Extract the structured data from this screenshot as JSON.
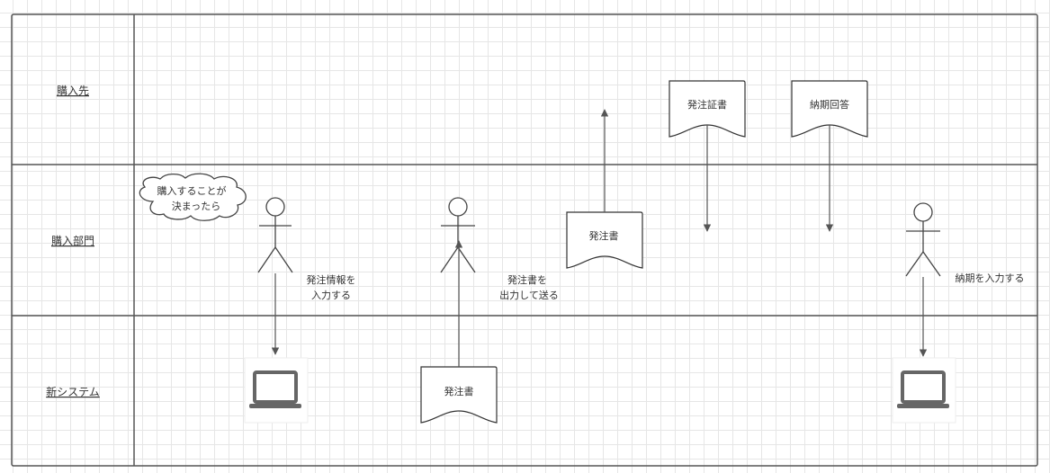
{
  "lanes": {
    "supplier": "購入先",
    "purchasing": "購入部門",
    "new_system": "新システム"
  },
  "cloud": {
    "line1": "購入することが",
    "line2": "決まったら"
  },
  "labels": {
    "enter_order_info_1": "発注情報を",
    "enter_order_info_2": "入力する",
    "output_send_1": "発注書を",
    "output_send_2": "出力して送る",
    "enter_delivery": "納期を入力する"
  },
  "documents": {
    "order_sheet_purchasing": "発注書",
    "order_certificate": "発注証書",
    "delivery_reply": "納期回答",
    "order_sheet_system": "発注書"
  },
  "colors": {
    "border": "#555555",
    "grid": "#e6e6e6",
    "laptop": "#666666"
  },
  "icons": [
    "actor-icon",
    "laptop-icon",
    "document-icon",
    "cloud-icon"
  ]
}
